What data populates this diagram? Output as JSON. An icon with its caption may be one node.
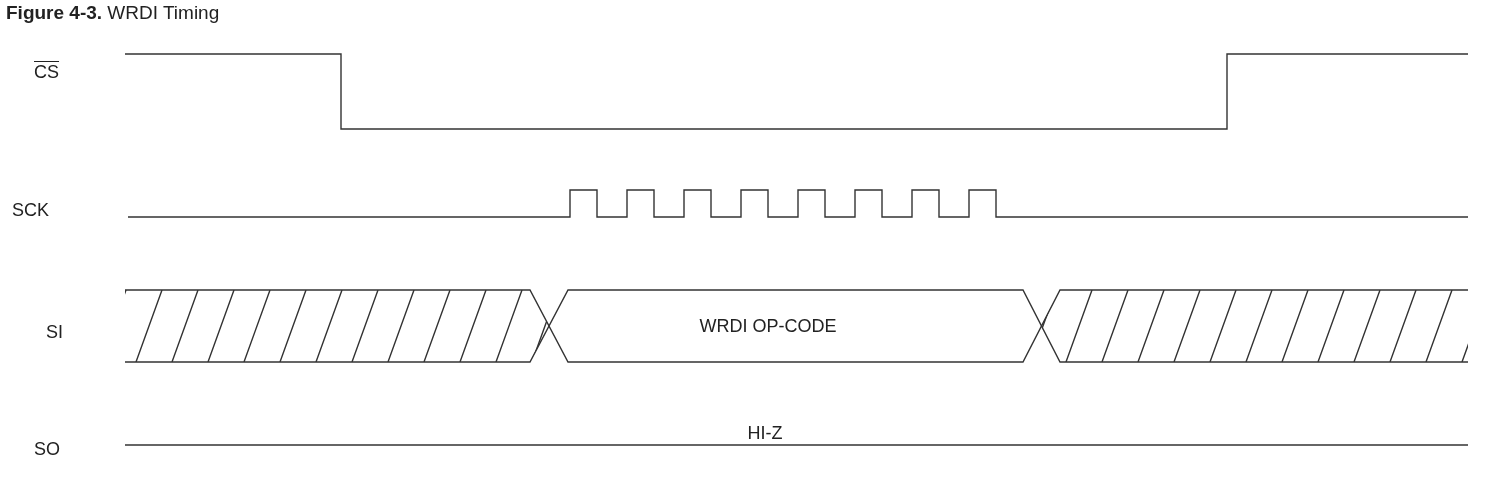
{
  "diagram": {
    "title": "**Figure 4-3.** WRDI Timing",
    "labels": [
      "CS",
      "SCK",
      "SI",
      "WRDI OP-CODE",
      "SO",
      "HI-Z"
    ]
  }
}
